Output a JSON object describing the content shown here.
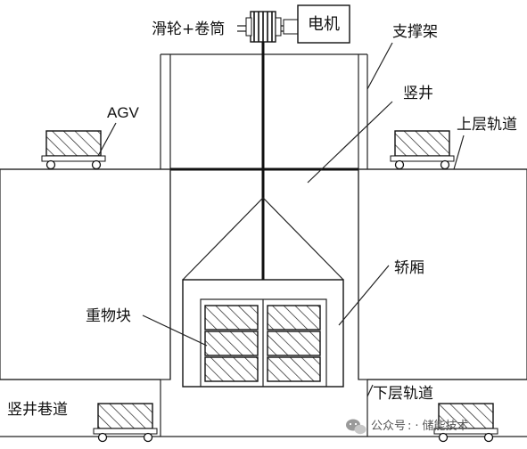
{
  "labels": {
    "pulley_drum": "滑轮+卷筒",
    "motor": "电机",
    "support_frame": "支撑架",
    "shaft": "竖井",
    "agv": "AGV",
    "upper_track": "上层轨道",
    "cage": "轿厢",
    "weight_block": "重物块",
    "shaft_roadway": "竖井巷道",
    "lower_track": "下层轨道"
  },
  "watermark": {
    "prefix": "公众号",
    "sep": "·",
    "name": "储能技术"
  },
  "colors": {
    "line": "#222222",
    "fill_dots": "#333333",
    "background": "#ffffff"
  },
  "icons": [
    "wechat-icon"
  ]
}
